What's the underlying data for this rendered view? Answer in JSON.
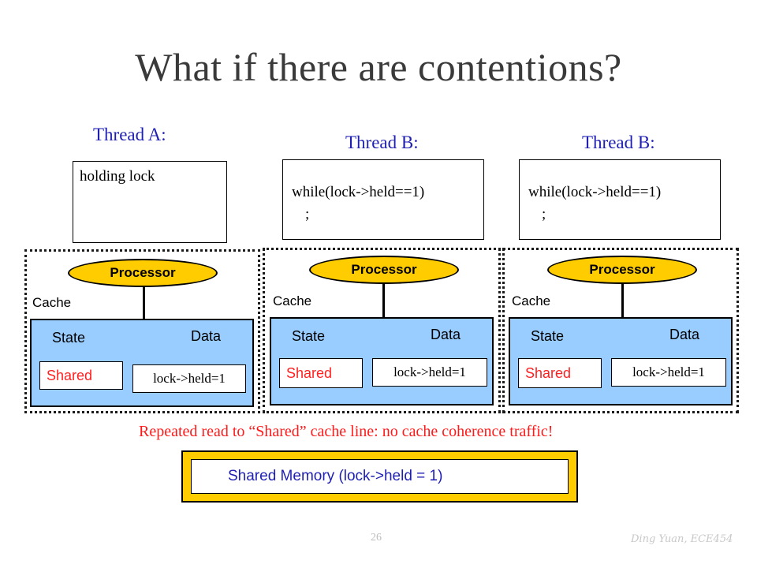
{
  "slide": {
    "title": "What if there are contentions?",
    "page_number": "26",
    "author": "Ding Yuan, ECE454"
  },
  "threads": [
    {
      "label": "Thread A:",
      "code": [
        "holding lock",
        ""
      ]
    },
    {
      "label": "Thread B:",
      "code": [
        "while(lock->held==1)",
        ";"
      ]
    },
    {
      "label": "Thread B:",
      "code": [
        "while(lock->held==1)",
        ";"
      ]
    }
  ],
  "nodes": [
    {
      "processor": "Processor",
      "cache": "Cache",
      "state_header": "State",
      "data_header": "Data",
      "state_value": "Shared",
      "data_value": "lock->held=1"
    },
    {
      "processor": "Processor",
      "cache": "Cache",
      "state_header": "State",
      "data_header": "Data",
      "state_value": "Shared",
      "data_value": "lock->held=1"
    },
    {
      "processor": "Processor",
      "cache": "Cache",
      "state_header": "State",
      "data_header": "Data",
      "state_value": "Shared",
      "data_value": "lock->held=1"
    }
  ],
  "note": "Repeated read to “Shared” cache line: no cache coherence traffic!",
  "memory": "Shared Memory (lock->held = 1)",
  "colors": {
    "thread_label": "#1f1fb3",
    "processor_fill": "#ffcc00",
    "cache_fill": "#99ccff",
    "shared_text": "#ff2020",
    "note_text": "#ff1a1a"
  }
}
